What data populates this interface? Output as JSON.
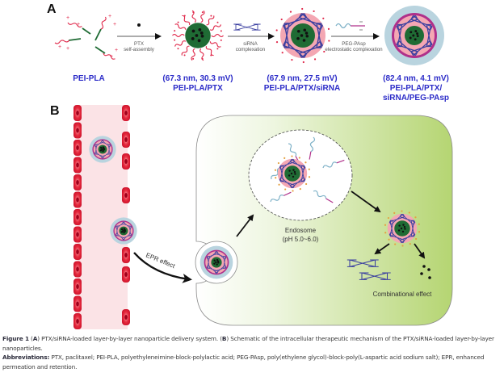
{
  "panel_a": {
    "letter": "A",
    "steps": [
      {
        "line1": "PTX",
        "line2": "self-assembly"
      },
      {
        "line1": "siRNA",
        "line2": "complexation"
      },
      {
        "line1": "PEG-PAsp",
        "line2": "electrostatic complexation"
      }
    ],
    "particles": [
      {
        "props": "",
        "name_line1": "PEI-PLA",
        "name_line2": ""
      },
      {
        "props": "(67.3 nm, 30.3 mV)",
        "name_line1": "PEI-PLA/PTX",
        "name_line2": ""
      },
      {
        "props": "(67.9 nm, 27.5 mV)",
        "name_line1": "PEI-PLA/PTX/siRNA",
        "name_line2": ""
      },
      {
        "props": "(82.4 nm, 4.1 mV)",
        "name_line1": "PEI-PLA/PTX/",
        "name_line2": "siRNA/PEG-PAsp"
      }
    ]
  },
  "panel_b": {
    "letter": "B",
    "epr_label": "EPR effect",
    "endosome_label": "Endosome",
    "endosome_ph": "(pH 5.0~6.0)",
    "effect_label": "Combinational effect"
  },
  "colors": {
    "label_blue": "#2c2cc8",
    "core_green": "#1f6b34",
    "pei_red": "#e0284a",
    "sirna_blue": "#3a3fa0",
    "peg_blue": "#b9d4df",
    "pasp_magenta": "#b0308a",
    "vessel_pink": "#fbe3e6",
    "cell_green": "#b7d77a"
  },
  "caption": {
    "figure_label": "Figure 1",
    "a_label": "A",
    "a_text": "PTX/siRNA-loaded layer-by-layer nanoparticle delivery system.",
    "b_label": "B",
    "b_text": "Schematic of the intracellular therapeutic mechanism of the PTX/siRNA-loaded layer-by-layer nanoparticles.",
    "abbr_label": "Abbreviations:",
    "abbr_text": "PTX, paclitaxel; PEI-PLA, polyethyleneimine-block-polylactic acid; PEG-PAsp, poly(ethylene glycol)-block-poly(L-aspartic acid sodium salt); EPR, enhanced permeation and retention."
  }
}
